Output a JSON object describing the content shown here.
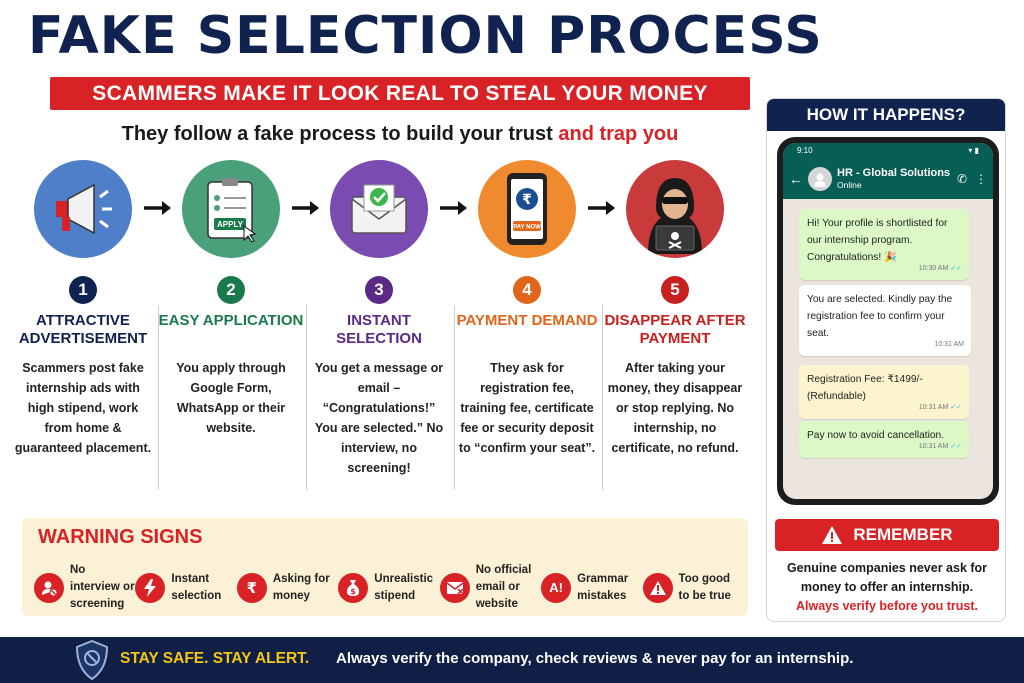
{
  "header": {
    "title": "FAKE SELECTION PROCESS",
    "subtitle": "SCAMMERS MAKE IT LOOK REAL TO STEAL YOUR MONEY",
    "tagline_main": "They follow a fake process to build your trust",
    "tagline_accent": "and trap you"
  },
  "steps": [
    {
      "num": "1",
      "title": "ATTRACTIVE ADVERTISEMENT",
      "body": "Scammers post fake internship ads with high stipend, work from home & guaranteed placement.",
      "color": "#0d4d8c",
      "icon": "megaphone-icon"
    },
    {
      "num": "2",
      "title": "EASY APPLICATION",
      "body": "You apply through Google Form, WhatsApp or their website.",
      "color": "#1a7a4c",
      "icon": "form-icon",
      "button": "APPLY"
    },
    {
      "num": "3",
      "title": "INSTANT SELECTION",
      "body": "You get a message or email – “Congratulations!” You are selected.” No interview, no screening!",
      "color": "#5b2a86",
      "icon": "envelope-check-icon"
    },
    {
      "num": "4",
      "title": "PAYMENT DEMAND",
      "body": "They ask for registration fee, training fee, certificate fee or security deposit to “confirm your seat”.",
      "color": "#e0651b",
      "icon": "phone-rupee-icon",
      "button": "PAY NOW"
    },
    {
      "num": "5",
      "title": "DISAPPEAR AFTER PAYMENT",
      "body": "After taking your money, they disappear or stop replying. No internship, no certificate, no refund.",
      "color": "#c8201f",
      "icon": "hacker-icon"
    }
  ],
  "warning": {
    "title": "WARNING SIGNS",
    "signs": [
      {
        "label": "No interview or screening",
        "icon": "no-interview-icon",
        "glyph": ""
      },
      {
        "label": "Instant selection",
        "icon": "lightning-icon",
        "glyph": ""
      },
      {
        "label": "Asking for money",
        "icon": "rupee-icon",
        "glyph": "₹"
      },
      {
        "label": "Unrealistic stipend",
        "icon": "money-bag-icon",
        "glyph": ""
      },
      {
        "label": "No official email or website",
        "icon": "no-email-icon",
        "glyph": ""
      },
      {
        "label": "Grammar mistakes",
        "icon": "grammar-icon",
        "glyph": "A!"
      },
      {
        "label": "Too good to be true",
        "icon": "alert-triangle-icon",
        "glyph": ""
      }
    ]
  },
  "panel": {
    "title": "HOW IT HAPPENS?",
    "status_time": "9:10",
    "chat_name": "HR - Global Solutions",
    "chat_status": "Online",
    "messages": [
      {
        "text": "Hi! Your profile is shortlisted for our internship program. Congratulations! 🎉",
        "time": "10:30 AM",
        "bg": "#dcf8c6"
      },
      {
        "text": "You are selected. Kindly pay the registration fee to confirm your seat.",
        "time": "10:31 AM",
        "bg": "#ffffff"
      },
      {
        "text": "Registration Fee: ₹1499/- (Refundable)",
        "time": "10:31 AM",
        "bg": "#fcf4cf"
      },
      {
        "text": "Pay now to avoid cancellation.",
        "time": "10:31 AM",
        "bg": "#dcf8c6"
      }
    ],
    "remember_title": "REMEMBER",
    "remember_text": "Genuine companies never ask for money to offer an internship.",
    "remember_accent": "Always verify before you trust."
  },
  "footer": {
    "alert": "STAY SAFE. STAY ALERT.",
    "text": "Always verify the company, check reviews & never pay for an internship."
  }
}
